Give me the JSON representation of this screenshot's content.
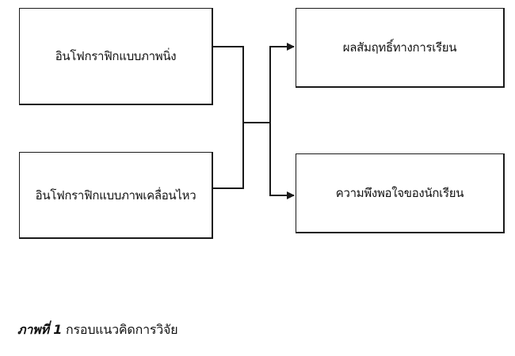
{
  "diagram": {
    "inputs": [
      {
        "label": "อินโฟกราฟิกแบบภาพนิ่ง"
      },
      {
        "label": "อินโฟกราฟิกแบบภาพเคลื่อนไหว"
      }
    ],
    "outputs": [
      {
        "label": "ผลสัมฤทธิ์ทางการเรียน"
      },
      {
        "label": "ความพึงพอใจของนักเรียน"
      }
    ],
    "line_color": "#1a1a1a"
  },
  "caption": {
    "figure_label": "ภาพที่ 1",
    "text": "กรอบแนวคิดการวิจัย"
  }
}
